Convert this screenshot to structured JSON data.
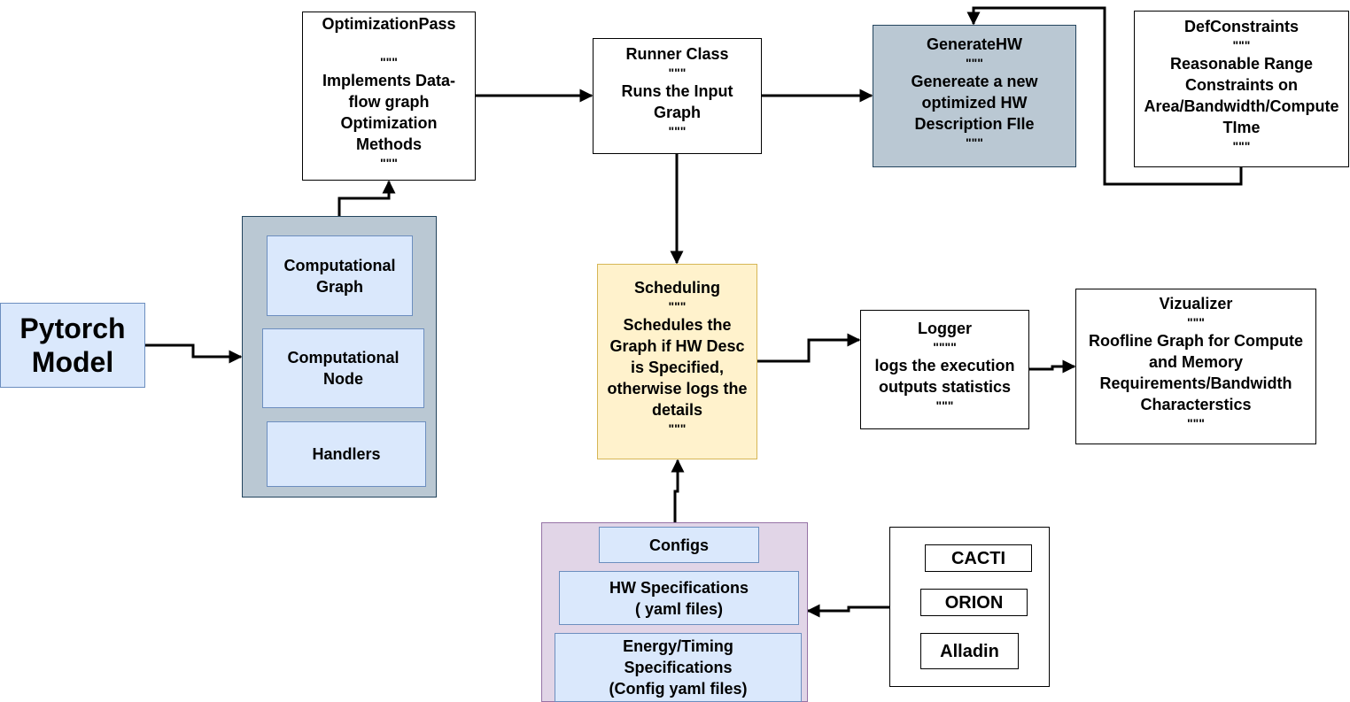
{
  "colors": {
    "blue_fill": "#dae8fc",
    "blue_border": "#6c8ebf",
    "gray_fill": "#bac8d3",
    "gray_border": "#23445d",
    "yellow_fill": "#fff2cc",
    "yellow_border": "#d6b656",
    "purple_fill": "#e1d5e7",
    "purple_border": "#9673a6",
    "white": "#ffffff",
    "line": "#000000"
  },
  "pytorch_model": {
    "line1": "Pytorch",
    "line2": "Model"
  },
  "graph_group": {
    "computational_graph": {
      "line1": "Computational",
      "line2": "Graph"
    },
    "computational_node": {
      "line1": "Computational",
      "line2": "Node"
    },
    "handlers": "Handlers"
  },
  "optimization_pass": {
    "title": "OptimizationPass",
    "quote_open": "\"\"\"",
    "line1": "Implements Data-",
    "line2": "flow graph",
    "line3": "Optimization",
    "line4": "Methods",
    "quote_close": "\"\"\""
  },
  "runner_class": {
    "title": "Runner Class",
    "quote_open": "\"\"\"",
    "line1": "Runs the Input",
    "line2": "Graph",
    "quote_close": "\"\"\""
  },
  "generate_hw": {
    "title": "GenerateHW",
    "quote_open": "\"\"\"",
    "line1": "Genereate  a new",
    "line2": "optimized HW",
    "line3": "Description FIle",
    "quote_close": "\"\"\""
  },
  "def_constraints": {
    "title": "DefConstraints",
    "quote_open": "\"\"\"",
    "line1": "Reasonable Range",
    "line2": "Constraints on",
    "line3": "Area/Bandwidth/Compute",
    "line4": "TIme",
    "quote_close": "\"\"\""
  },
  "scheduling": {
    "title": "Scheduling",
    "quote_open": "\"\"\"",
    "line1": "Schedules the",
    "line2": "Graph if HW Desc",
    "line3": "is Specified,",
    "line4": "otherwise logs the",
    "line5": "details",
    "quote_close": "\"\"\""
  },
  "logger": {
    "title": "Logger",
    "quote_open": "\"\"\"\"",
    "line1": "logs the execution",
    "line2": "outputs statistics",
    "quote_close": "\"\"\""
  },
  "vizualizer": {
    "title": "Vizualizer",
    "quote_open": "\"\"\"",
    "line1": "Roofline Graph for Compute",
    "line2": "and Memory",
    "line3": "Requirements/Bandwidth",
    "line4": "Characterstics",
    "quote_close": "\"\"\""
  },
  "configs_group": {
    "configs": "Configs",
    "hw_specs": {
      "line1": "HW Specifications",
      "line2": "( yaml files)"
    },
    "energy_specs": {
      "line1": "Energy/Timing",
      "line2": "Specifications",
      "line3": "(Config yaml files)"
    }
  },
  "tools_group": {
    "cacti": "CACTI",
    "orion": "ORION",
    "alladin": "Alladin"
  }
}
